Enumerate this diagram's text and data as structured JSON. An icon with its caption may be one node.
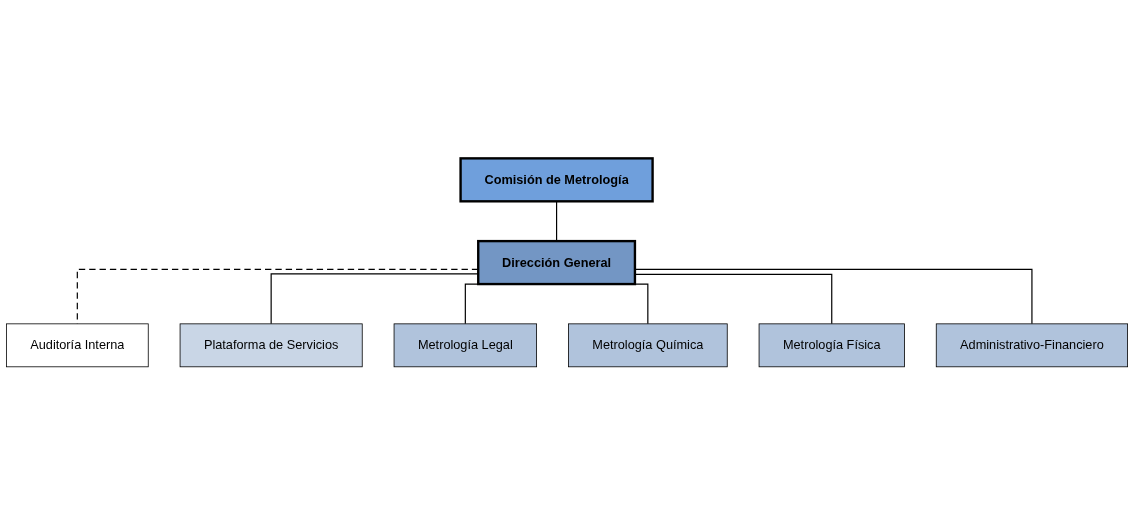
{
  "diagram": {
    "nodes": [
      {
        "text": [
          "Comisión de Metrología"
        ]
      },
      {
        "text": [
          "Dirección General"
        ]
      },
      {
        "text": [
          "Auditoría Interna"
        ]
      },
      {
        "text": [
          "Plataforma de Servicios"
        ]
      },
      {
        "text": [
          "Metrología Legal"
        ]
      },
      {
        "text": [
          "Metrología Química"
        ]
      },
      {
        "text": [
          "Metrología Física"
        ]
      },
      {
        "text": [
          "Administrativo-Financiero"
        ]
      }
    ],
    "edges": [
      {
        "from": 0,
        "to": 1,
        "arrow": "none"
      },
      {
        "from": 1,
        "to": 2,
        "arrow": "none",
        "style": "dashed"
      },
      {
        "from": 1,
        "to": 3,
        "arrow": "none"
      },
      {
        "from": 1,
        "to": 4,
        "arrow": "none"
      },
      {
        "from": 1,
        "to": 5,
        "arrow": "none"
      },
      {
        "from": 1,
        "to": 6,
        "arrow": "none"
      },
      {
        "from": 1,
        "to": 7,
        "arrow": "none"
      }
    ]
  }
}
